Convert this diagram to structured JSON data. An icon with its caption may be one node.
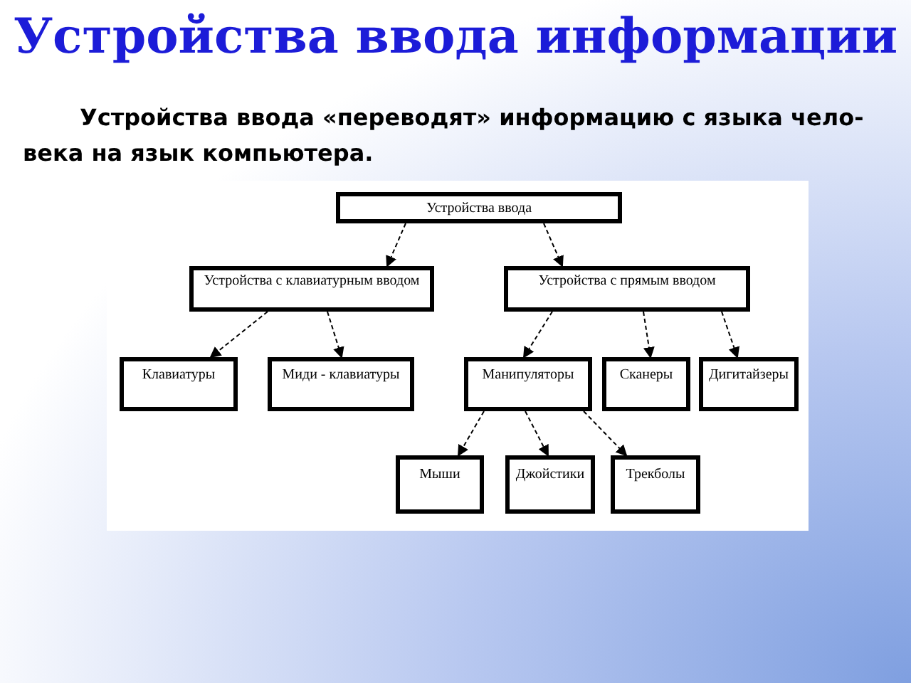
{
  "diagram": {
    "title": "Устройства ввода информации",
    "nodes": [
      {
        "text": [
          "Устройства ввода"
        ]
      },
      {
        "text": [
          "Устройства с клавиатурным вводом"
        ]
      },
      {
        "text": [
          "Устройства с прямым вводом"
        ]
      },
      {
        "text": [
          "Клавиатуры"
        ]
      },
      {
        "text": [
          "Миди - клавиатуры"
        ]
      },
      {
        "text": [
          "Манипуляторы"
        ]
      },
      {
        "text": [
          "Сканеры"
        ]
      },
      {
        "text": [
          "Дигитайзеры"
        ]
      },
      {
        "text": [
          "Мыши"
        ]
      },
      {
        "text": [
          "Джойстики"
        ]
      },
      {
        "text": [
          "Трекболы"
        ]
      }
    ],
    "edges": [
      {
        "from": 0,
        "to": 1,
        "arrow": "to",
        "style": "dashed"
      },
      {
        "from": 0,
        "to": 2,
        "arrow": "to",
        "style": "dashed"
      },
      {
        "from": 1,
        "to": 3,
        "arrow": "to",
        "style": "dashed"
      },
      {
        "from": 1,
        "to": 4,
        "arrow": "to",
        "style": "dashed"
      },
      {
        "from": 2,
        "to": 5,
        "arrow": "to",
        "style": "dashed"
      },
      {
        "from": 2,
        "to": 6,
        "arrow": "to",
        "style": "dashed"
      },
      {
        "from": 2,
        "to": 7,
        "arrow": "to",
        "style": "dashed"
      },
      {
        "from": 5,
        "to": 8,
        "arrow": "to",
        "style": "dashed"
      },
      {
        "from": 5,
        "to": 9,
        "arrow": "to",
        "style": "dashed"
      },
      {
        "from": 5,
        "to": 10,
        "arrow": "to",
        "style": "dashed"
      }
    ],
    "labels": [
      "Устройства ввода «переводят» информацию с языка чело-века на язык компьютера."
    ]
  }
}
